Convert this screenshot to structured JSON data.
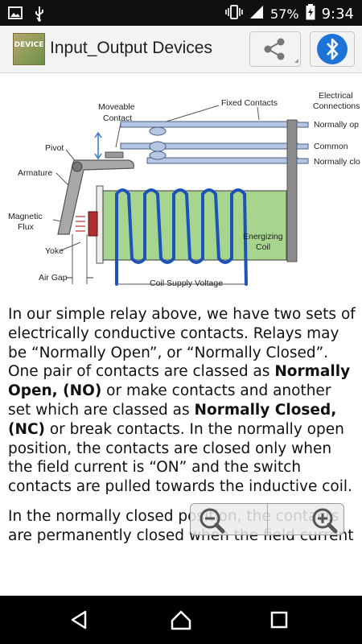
{
  "status_bar": {
    "battery": "57%",
    "time": "9:34"
  },
  "app_bar": {
    "logo_text": "DEVICE",
    "title": "Input_Output Devices"
  },
  "diagram": {
    "labels": {
      "moveable_contact_1": "Moveable",
      "moveable_contact_2": "Contact",
      "fixed_contacts": "Fixed Contacts",
      "electrical_1": "Electrical",
      "electrical_2": "Connections",
      "normally_open": "Normally op",
      "common": "Common",
      "normally_closed": "Normally clo",
      "pivot": "Pivot",
      "armature": "Armature",
      "magnetic_1": "Magnetic",
      "magnetic_2": "Flux",
      "yoke": "Yoke",
      "energizing_1": "Energizing",
      "energizing_2": "Coil",
      "air_gap": "Air Gap",
      "coil_supply": "Coil Supply Voltage"
    }
  },
  "article": {
    "p1": [
      "In our simple relay above, we have two sets of electrically conductive contacts. Relays may be “Normally Open”, or “Normally Closed”. One pair of contacts are classed as ",
      "Normally Open, (NO)",
      " or make contacts and another set which are classed as ",
      "Normally Closed, (NC)",
      " or break contacts. In the normally open position, the contacts are closed only when the field current is “ON” and the switch contacts are pulled towards the inductive coil."
    ],
    "p2": "In the normally closed position, the contacts are permanently closed when the field current is"
  }
}
